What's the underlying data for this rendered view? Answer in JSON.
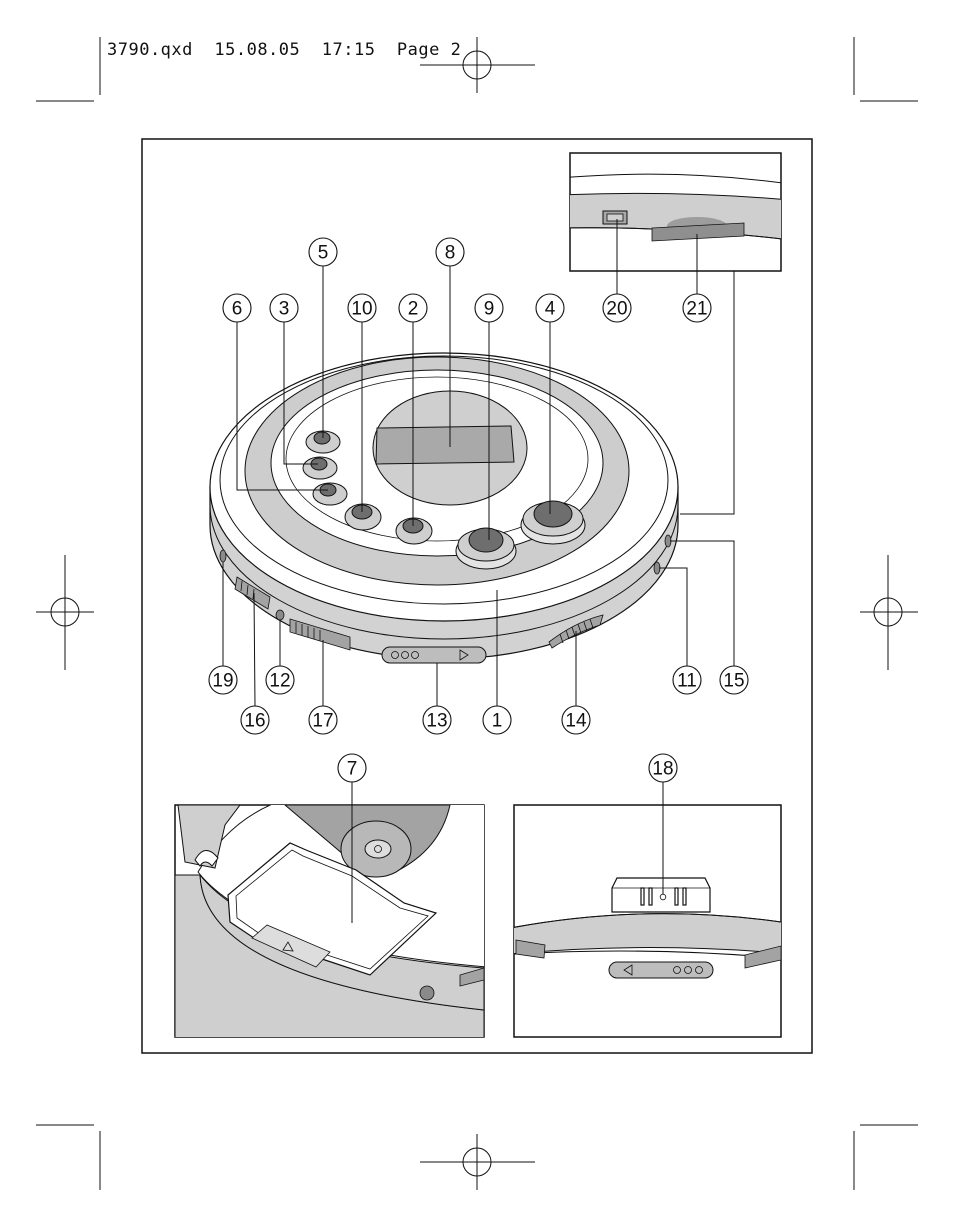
{
  "header": {
    "file": "3790.qxd",
    "date": "15.08.05",
    "time": "17:15",
    "page": "Page 2"
  },
  "callouts": [
    "1",
    "2",
    "3",
    "4",
    "5",
    "6",
    "7",
    "8",
    "9",
    "10",
    "11",
    "12",
    "13",
    "14",
    "15",
    "16",
    "17",
    "18",
    "19",
    "20",
    "21"
  ],
  "colors": {
    "line": "#111111",
    "shade_light": "#d2d2d2",
    "shade_mid": "#bdbdbd",
    "shade_dark": "#9a9a9a",
    "paper": "#ffffff"
  }
}
